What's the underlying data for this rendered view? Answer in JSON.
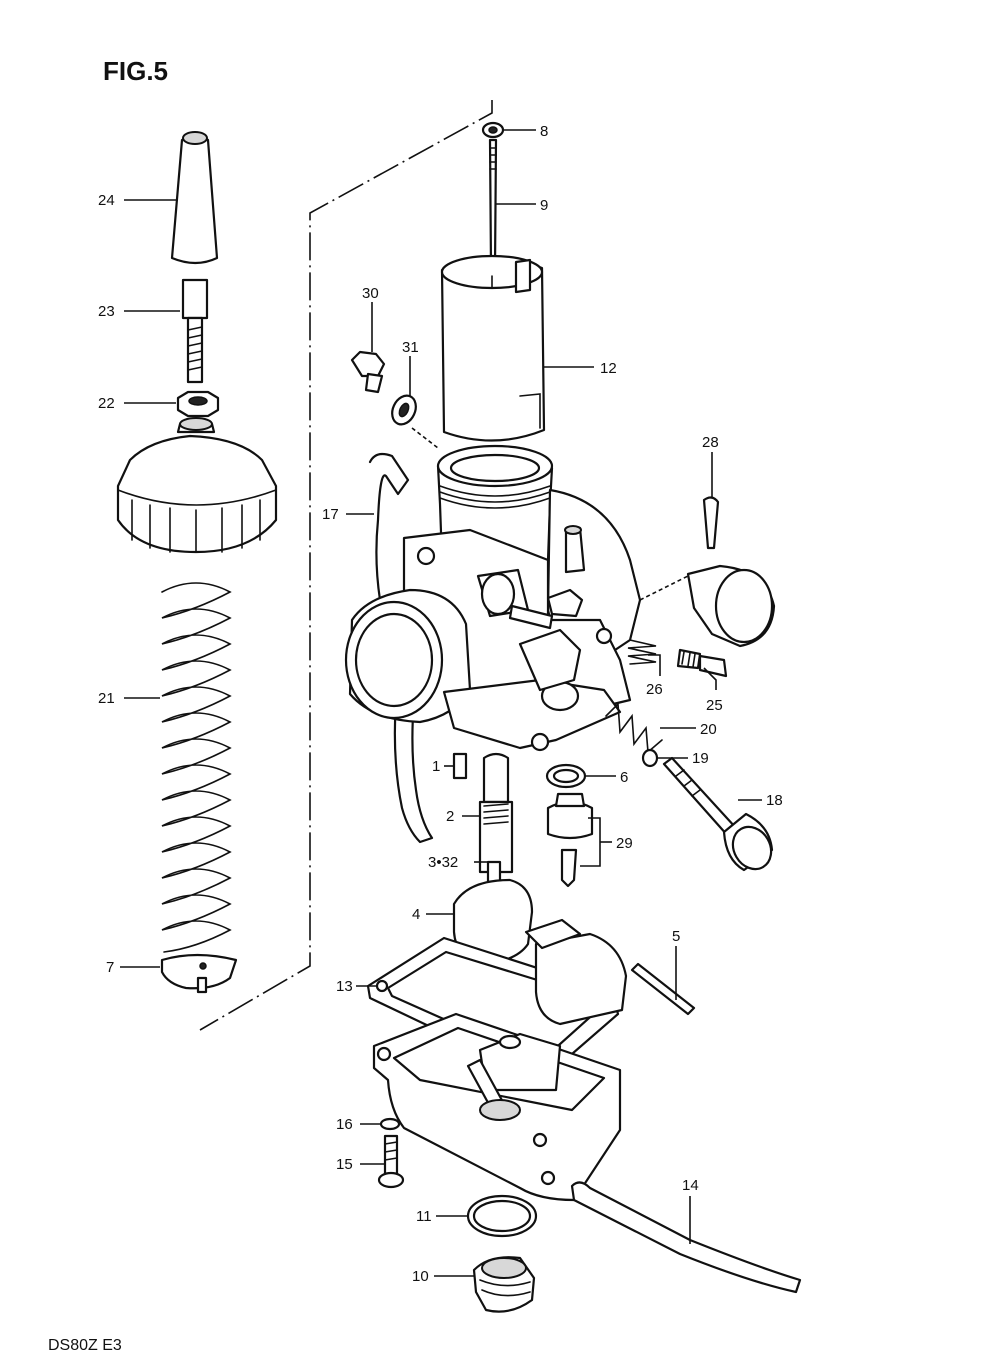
{
  "figure": {
    "title": "FIG.5",
    "model_code": "DS80Z  E3"
  },
  "callouts": {
    "c1": "1",
    "c2": "2",
    "c3_32": "3•32",
    "c4": "4",
    "c5": "5",
    "c6": "6",
    "c7": "7",
    "c8": "8",
    "c9": "9",
    "c10": "10",
    "c11": "11",
    "c12": "12",
    "c13": "13",
    "c14": "14",
    "c15": "15",
    "c16": "16",
    "c17": "17",
    "c18": "18",
    "c19": "19",
    "c20": "20",
    "c21": "21",
    "c22": "22",
    "c23": "23",
    "c24": "24",
    "c25": "25",
    "c26": "26",
    "c28": "28",
    "c29": "29",
    "c30": "30",
    "c31": "31"
  }
}
